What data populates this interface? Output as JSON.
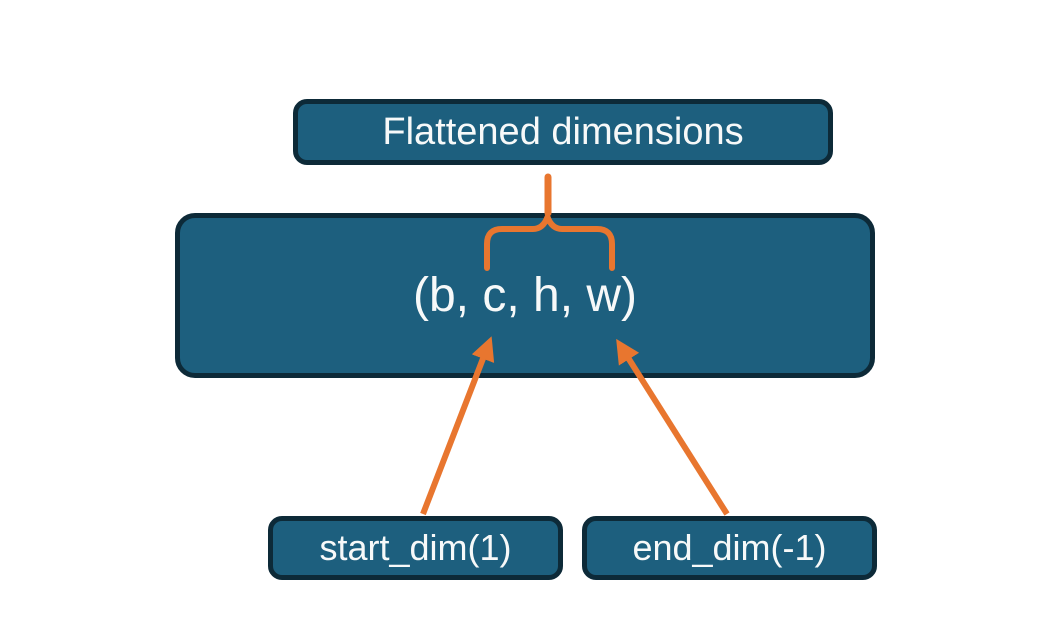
{
  "diagram": {
    "top_box": {
      "label": "Flattened dimensions"
    },
    "main_box": {
      "label": "(b, c, h, w)"
    },
    "start_dim_box": {
      "label": "start_dim(1)"
    },
    "end_dim_box": {
      "label": "end_dim(-1)"
    },
    "colors": {
      "box_fill": "#1d5f7e",
      "box_border": "#0d2a38",
      "label_text": "#f7f9f9",
      "accent_orange": "#e8762f",
      "background": "#ffffff"
    }
  }
}
